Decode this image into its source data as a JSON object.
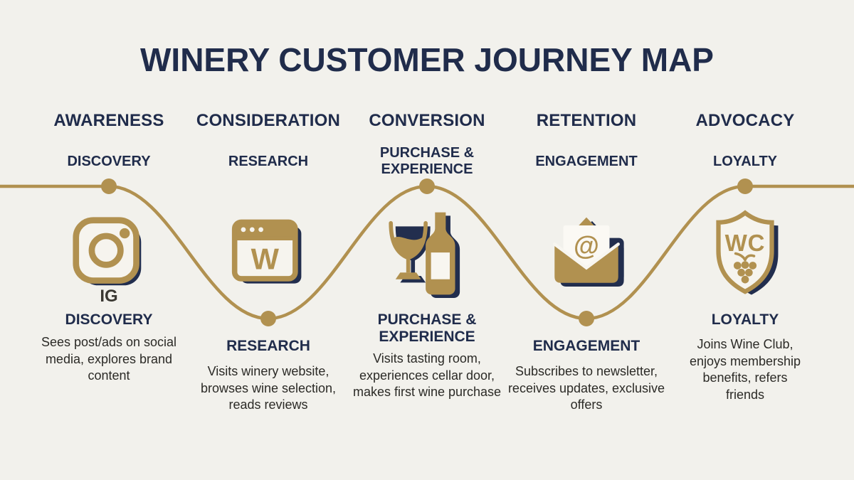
{
  "title": "WINERY CUSTOMER JOURNEY MAP",
  "colors": {
    "background": "#F2F1EC",
    "navy": "#202C4B",
    "gold": "#B19150",
    "shadow_navy": "#222E4E",
    "body_text": "#2B2A26"
  },
  "timeline": {
    "line_color": "#B19150",
    "dot_count": 5,
    "dot_positions": [
      "top",
      "bottom",
      "top",
      "bottom",
      "top"
    ]
  },
  "stages": [
    {
      "label": "AWARENESS",
      "sublabel": "DISCOVERY",
      "icon": "instagram-icon",
      "icon_caption": "IG",
      "heading": "DISCOVERY",
      "description": "Sees post/ads on social media, explores brand content"
    },
    {
      "label": "CONSIDERATION",
      "sublabel": "RESEARCH",
      "icon": "browser-window-icon",
      "heading": "RESEARCH",
      "description": "Visits winery website, browses wine selection, reads reviews"
    },
    {
      "label": "CONVERSION",
      "sublabel": "PURCHASE & EXPERIENCE",
      "icon": "wine-glass-and-bottle-icon",
      "heading": "PURCHASE & EXPERIENCE",
      "description": "Visits tasting room, experiences cellar door, makes first wine purchase"
    },
    {
      "label": "RETENTION",
      "sublabel": "ENGAGEMENT",
      "icon": "open-envelope-at-icon",
      "heading": "ENGAGEMENT",
      "description": "Subscribes to newsletter, receives updates, exclusive offers"
    },
    {
      "label": "ADVOCACY",
      "sublabel": "LOYALTY",
      "icon": "wine-club-shield-icon",
      "heading": "LOYALTY",
      "description": "Joins Wine Club, enjoys membership benefits, refers friends"
    }
  ],
  "icon_texts": {
    "browser_letter": "W",
    "envelope_symbol": "@",
    "shield_monogram": "WC"
  }
}
